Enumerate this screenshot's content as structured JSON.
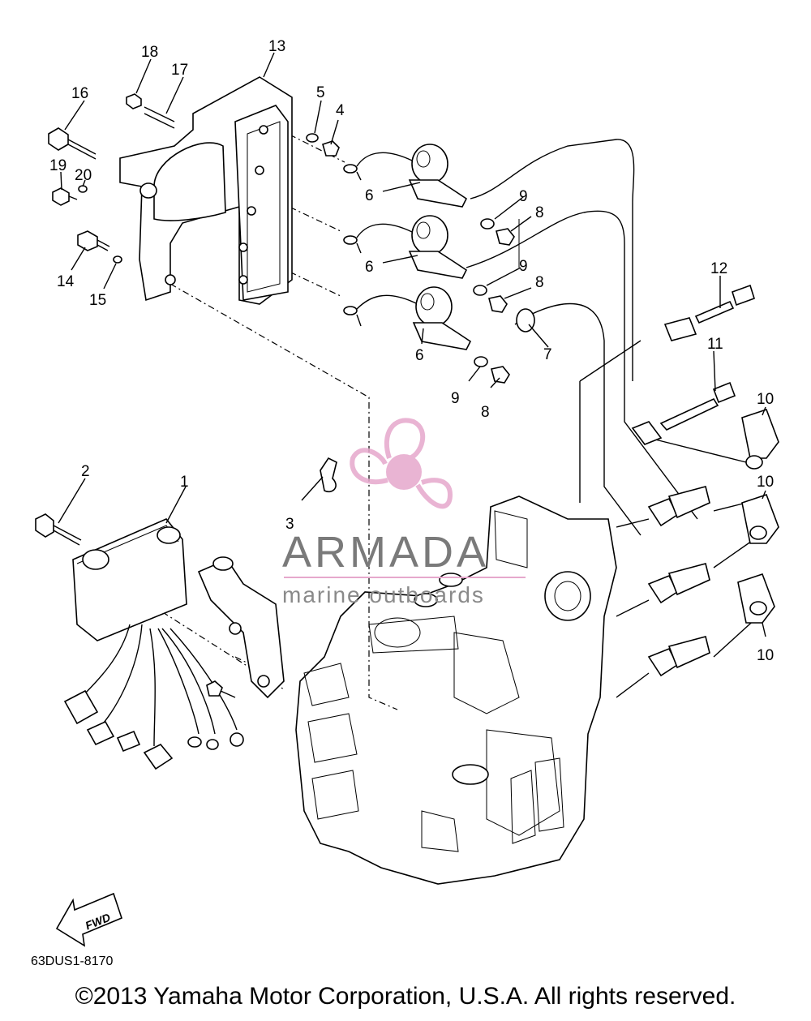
{
  "diagram_code": "63DUS1-8170",
  "copyright": "©2013 Yamaha Motor Corporation, U.S.A. All rights reserved.",
  "fwd_label": "FWD",
  "watermark": {
    "brand": "ARMADA",
    "subtitle": "marine outboards",
    "color": "#e6a8cc"
  },
  "callouts": {
    "c1": "1",
    "c2": "2",
    "c3": "3",
    "c4": "4",
    "c5": "5",
    "c6a": "6",
    "c6b": "6",
    "c6c": "6",
    "c7": "7",
    "c8a": "8",
    "c8b": "8",
    "c8c": "8",
    "c9a": "9",
    "c9b": "9",
    "c9c": "9",
    "c10a": "10",
    "c10b": "10",
    "c10c": "10",
    "c11": "11",
    "c12": "12",
    "c13": "13",
    "c14": "14",
    "c15": "15",
    "c16": "16",
    "c17": "17",
    "c18": "18",
    "c19": "19",
    "c20": "20"
  }
}
